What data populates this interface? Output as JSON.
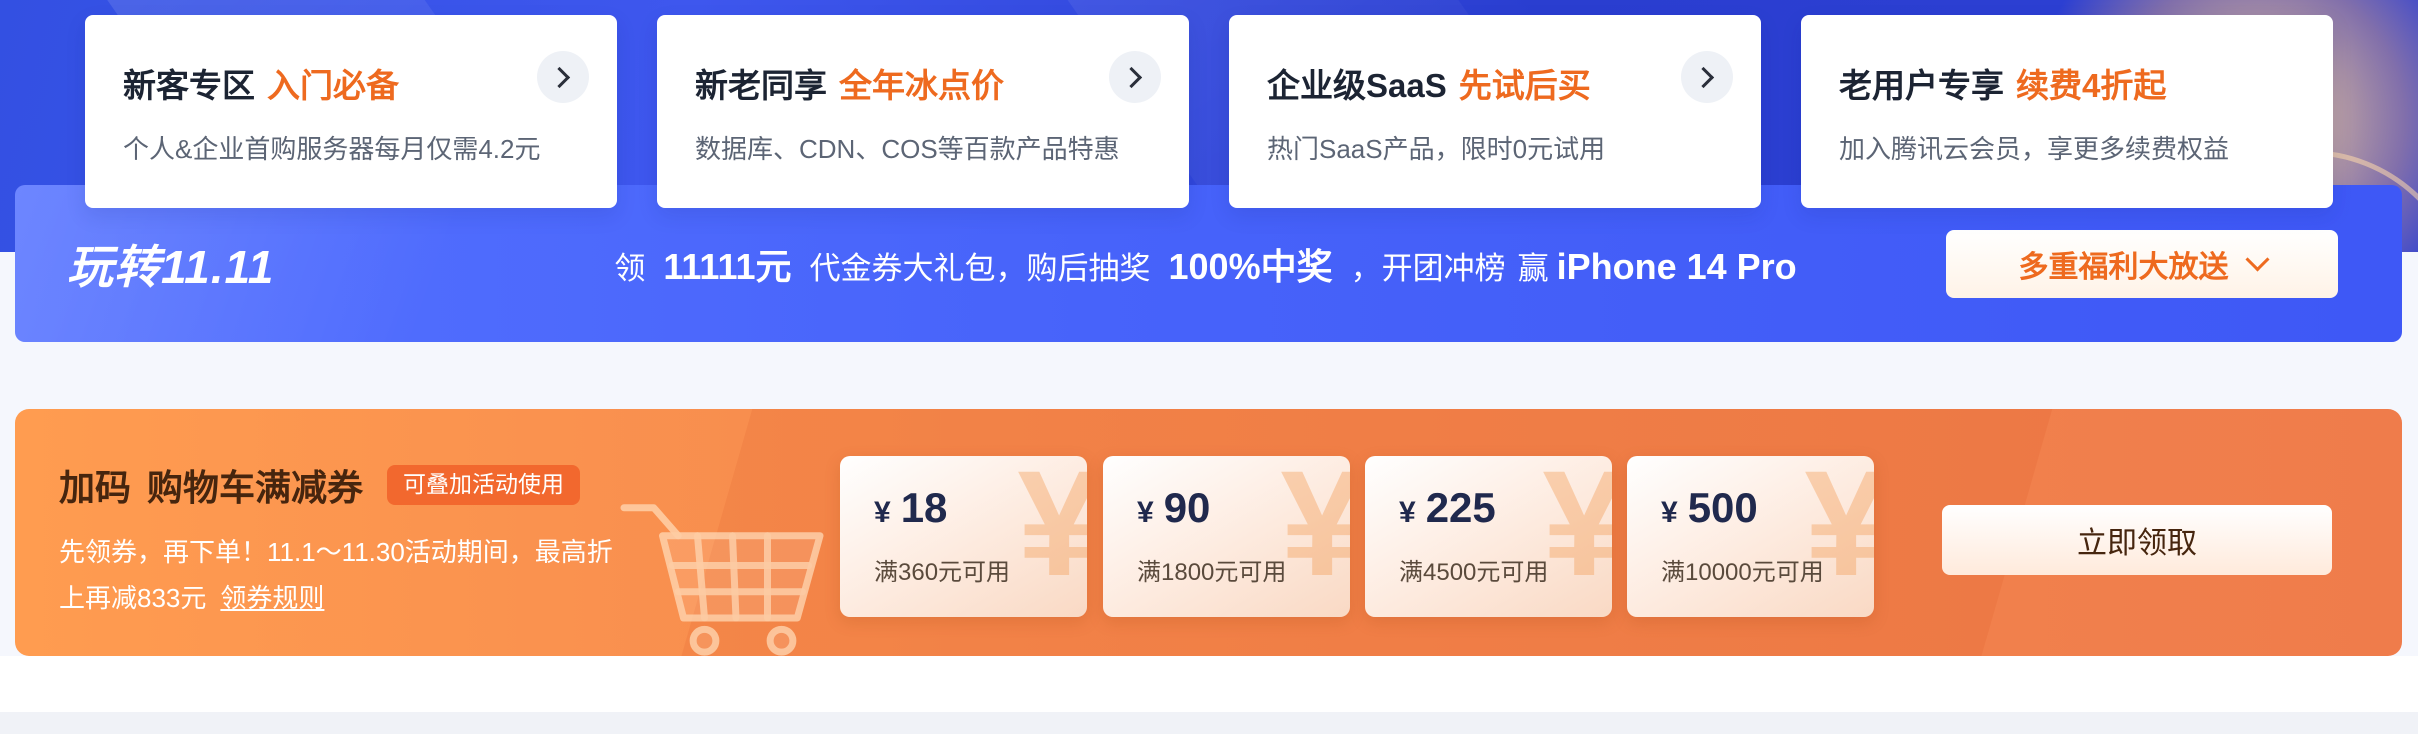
{
  "colors": {
    "accent_orange": "#ee6a1f",
    "deep_blue": "#2e40d4",
    "bar_blue": "#4763fa",
    "banner_orange": "#f68a4e",
    "dark_text_on_orange": "#46250e",
    "coupon_amount_navy": "#20294d"
  },
  "top_cards": [
    {
      "title": "新客专区",
      "highlight": "入门必备",
      "subtitle": "个人&企业首购服务器每月仅需4.2元"
    },
    {
      "title": "新老同享",
      "highlight": "全年冰点价",
      "subtitle": "数据库、CDN、COS等百款产品特惠"
    },
    {
      "title": "企业级SaaS",
      "highlight": "先试后买",
      "subtitle": "热门SaaS产品，限时0元试用"
    },
    {
      "title": "老用户专享",
      "highlight": "续费4折起",
      "subtitle": "加入腾讯云会员，享更多续费权益"
    }
  ],
  "promo_bar": {
    "title": "玩转11.11",
    "promo": {
      "part1": "领",
      "amount": "11111元",
      "part2": "代金券大礼包，购后抽奖",
      "part3": "100%中奖",
      "part4": "，开团冲榜",
      "part5": "赢",
      "part6": "iPhone 14 Pro"
    },
    "more_button": "多重福利大放送"
  },
  "coupon_section": {
    "tag": "加码",
    "title": "购物车满减券",
    "badge": "可叠加活动使用",
    "desc": "先领券，再下单！11.1～11.30活动期间，最高折上再减833元",
    "rules_link": "领券规则",
    "watermark": "¥",
    "coupons": [
      {
        "currency": "¥",
        "amount": "18",
        "condition": "满360元可用"
      },
      {
        "currency": "¥",
        "amount": "90",
        "condition": "满1800元可用"
      },
      {
        "currency": "¥",
        "amount": "225",
        "condition": "满4500元可用"
      },
      {
        "currency": "¥",
        "amount": "500",
        "condition": "满10000元可用"
      }
    ],
    "claim_button": "立即领取"
  }
}
